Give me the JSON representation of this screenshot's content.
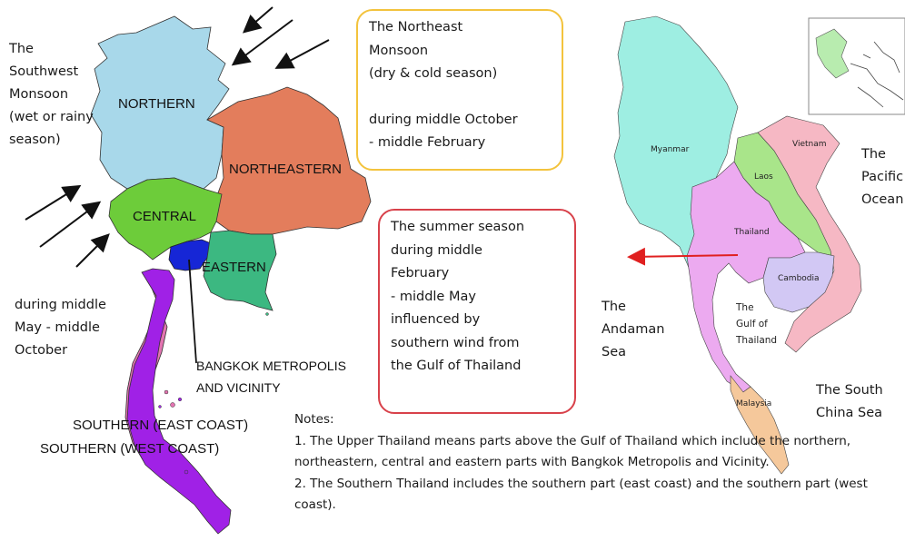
{
  "colors": {
    "northern": "#a8d8ea",
    "northeastern": "#e37d5c",
    "central": "#6dcc3a",
    "eastern": "#3cb881",
    "bangkok": "#1626d6",
    "southern_east": "#a021e6",
    "southern_west": "#e374b1",
    "box_yellow": "#f3c33d",
    "box_red": "#d8414a",
    "arrow_red": "#e02020",
    "myanmar": "#9eeee2",
    "laos": "#a9e58a",
    "vietnam": "#f6b8c4",
    "thailand": "#ecaaf0",
    "cambodia": "#d2c8f4",
    "malaysia": "#f5c89b"
  },
  "left_map": {
    "southwest_monsoon": [
      "The",
      "Southwest",
      "Monsoon",
      "(wet or rainy",
      "season)"
    ],
    "southwest_period": [
      "during middle",
      "May - middle",
      "October"
    ],
    "regions": {
      "northern": "NORTHERN",
      "northeastern": "NORTHEASTERN",
      "central": "CENTRAL",
      "eastern": "EASTERN",
      "bangkok": [
        "BANGKOK METROPOLIS",
        "AND VICINITY"
      ],
      "southern_east": "SOUTHERN (EAST COAST)",
      "southern_west": "SOUTHERN (WEST COAST)"
    }
  },
  "northeast_box": {
    "lines": [
      "The Northeast",
      "Monsoon",
      "(dry & cold season)",
      "",
      "during middle October",
      "- middle February"
    ]
  },
  "summer_box": {
    "lines": [
      "The summer season",
      "during middle",
      "February",
      "- middle May",
      "influenced by",
      "southern wind from",
      "the Gulf of Thailand"
    ]
  },
  "right_map": {
    "countries": {
      "myanmar": "Myanmar",
      "laos": "Laos",
      "vietnam": "Vietnam",
      "thailand": "Thailand",
      "cambodia": "Cambodia",
      "malaysia": "Malaysia"
    },
    "seas": {
      "pacific": [
        "The",
        "Pacific",
        "Ocean"
      ],
      "andaman": [
        "The",
        "Andaman",
        "Sea"
      ],
      "gulf": [
        "The",
        "Gulf of",
        "Thailand"
      ],
      "south_china": [
        "The South",
        "China Sea"
      ]
    }
  },
  "notes": {
    "title": "Notes:",
    "item1": "1. The Upper Thailand means parts above the Gulf of Thailand which include the northern, northeastern, central and eastern parts with Bangkok Metropolis and Vicinity.",
    "item2": "2. The Southern Thailand includes the southern part (east coast) and the southern part (west coast)."
  }
}
